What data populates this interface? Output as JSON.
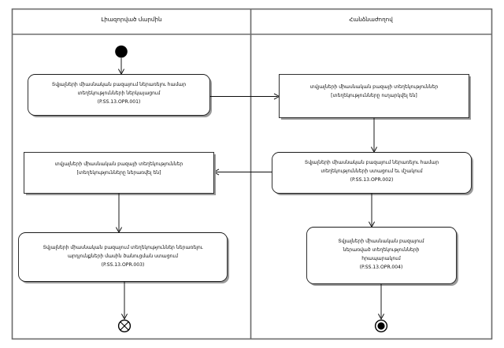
{
  "diagram": {
    "type": "uml-activity-diagram",
    "title": "",
    "lanes": [
      {
        "id": "lane-left",
        "label": "Լիազորված մարմին"
      },
      {
        "id": "lane-right",
        "label": "Հանձնաժողով"
      }
    ],
    "nodes": [
      {
        "id": "initial-node",
        "kind": "initial",
        "lane": "lane-left"
      },
      {
        "id": "activity-opr-001",
        "kind": "activity",
        "lane": "lane-left",
        "lines": [
          "Տվյալների միասնական բազայում ներառելու համար",
          "տեղեկությունների ներկայացում"
        ],
        "code": "(P.SS.13.OPR.001)"
      },
      {
        "id": "object-sent",
        "kind": "object",
        "lane": "lane-right",
        "lines": [
          "տվյալների միասնական բազայի տեղեկություններ",
          "[տեղեկությունները ուղարկվել են]"
        ],
        "code": ""
      },
      {
        "id": "activity-opr-002",
        "kind": "activity",
        "lane": "lane-right",
        "lines": [
          "Տվյալների միասնական բազայում ներառելու համար",
          "տեղեկությունների ստացում եւ մշակում"
        ],
        "code": "(P.SS.13.OPR.002)"
      },
      {
        "id": "object-included",
        "kind": "object",
        "lane": "lane-left",
        "lines": [
          "տվյալների միասնական բազայի տեղեկություններ",
          "[տեղեկությունները ներառվել են]"
        ],
        "code": ""
      },
      {
        "id": "activity-opr-003",
        "kind": "activity",
        "lane": "lane-left",
        "lines": [
          "Տվյալների միասնական բազայում տեղեկություններ ներառելու",
          "արդյունքների մասին ծանուցման ստացում"
        ],
        "code": "(P.SS.13.OPR.003)"
      },
      {
        "id": "activity-opr-004",
        "kind": "activity",
        "lane": "lane-right",
        "lines": [
          "Տվյալների միասնական բազայում",
          "ներառված տեղեկությունների",
          "հրապարակում"
        ],
        "code": "(P.SS.13.OPR.004)"
      },
      {
        "id": "flow-final-node",
        "kind": "flow-final",
        "lane": "lane-left"
      },
      {
        "id": "activity-final-node",
        "kind": "activity-final",
        "lane": "lane-right"
      }
    ],
    "colors": {
      "frame": "#6b6b6b",
      "node_stroke": "#1b1b1b",
      "shadow": "#9a9a9a",
      "flow": "#0d0d0d",
      "background": "#ffffff",
      "text": "#0d0d0d"
    }
  }
}
